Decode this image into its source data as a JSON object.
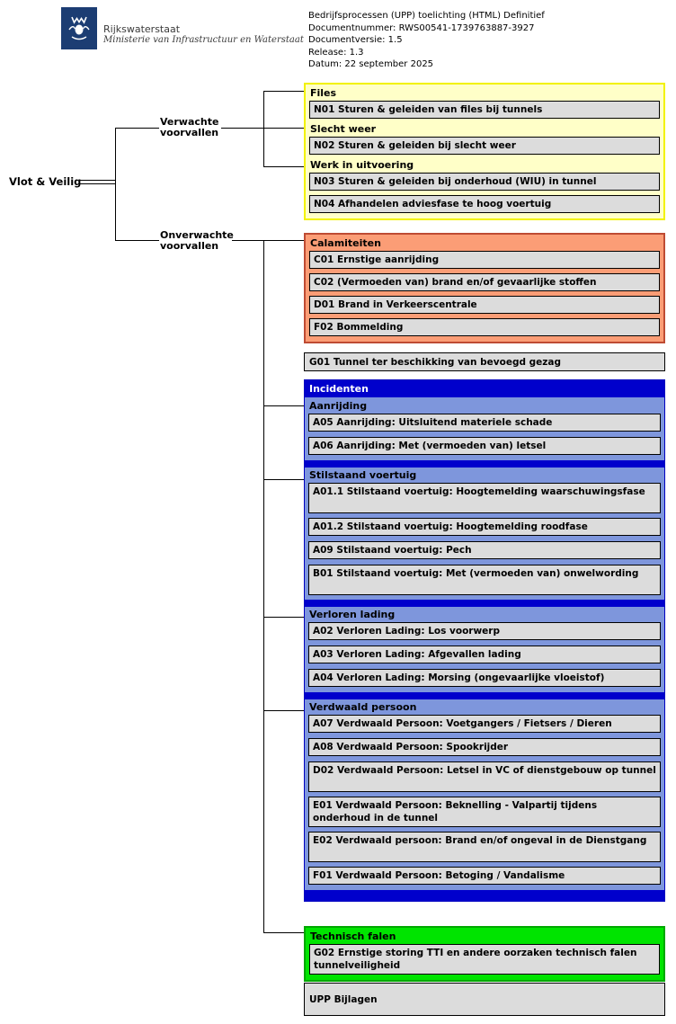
{
  "header": {
    "brand": "Rijkswaterstaat",
    "ministry": "Ministerie van Infrastructuur en Waterstaat",
    "doc": [
      "Bedrijfsprocessen (UPP) toelichting (HTML) Definitief",
      "Documentnummer: RWS00541-1739763887-3927",
      "Documentversie: 1.5",
      "Release: 1.3",
      "Datum: 22 september 2025"
    ]
  },
  "tree": {
    "root": "Vlot & Veilig",
    "expected": "Verwachte\nvoorvallen",
    "unexpected": "Onverwachte\nvoorvallen"
  },
  "verwacht": {
    "sections": [
      {
        "heading": "Files",
        "items": [
          "N01 Sturen & geleiden van files bij tunnels"
        ]
      },
      {
        "heading": "Slecht weer",
        "items": [
          "N02 Sturen & geleiden bij slecht weer"
        ]
      },
      {
        "heading": "Werk in uitvoering",
        "items": [
          "N03 Sturen & geleiden bij onderhoud (WIU) in tunnel",
          "N04 Afhandelen adviesfase te hoog voertuig"
        ]
      }
    ]
  },
  "calamiteiten": {
    "heading": "Calamiteiten",
    "items": [
      "C01 Ernstige aanrijding",
      "C02 (Vermoeden van) brand en/of gevaarlijke stoffen",
      "D01 Brand in Verkeerscentrale",
      "F02 Bommelding"
    ]
  },
  "g01": "G01 Tunnel ter beschikking van bevoegd gezag",
  "incidenten": {
    "title": "Incidenten",
    "sections": [
      {
        "heading": "Aanrijding",
        "items": [
          "A05 Aanrijding: Uitsluitend materiele schade",
          "A06 Aanrijding: Met (vermoeden van) letsel"
        ]
      },
      {
        "heading": "Stilstaand voertuig",
        "items": [
          "A01.1 Stilstaand voertuig: Hoogtemelding waarschuwingsfase",
          "A01.2 Stilstaand voertuig: Hoogtemelding roodfase",
          "A09 Stilstaand voertuig: Pech",
          "B01 Stilstaand voertuig: Met (vermoeden van) onwelwording"
        ]
      },
      {
        "heading": "Verloren lading",
        "items": [
          "A02 Verloren Lading: Los voorwerp",
          "A03 Verloren Lading: Afgevallen lading",
          "A04 Verloren Lading: Morsing (ongevaarlijke vloeistof)"
        ]
      },
      {
        "heading": "Verdwaald persoon",
        "items": [
          "A07 Verdwaald Persoon: Voetgangers / Fietsers / Dieren",
          "A08 Verdwaald Persoon: Spookrijder",
          "D02 Verdwaald Persoon: Letsel in VC of dienstgebouw op tunnel",
          "E01 Verdwaald Persoon: Beknelling - Valpartij tijdens onderhoud in de tunnel",
          "E02 Verdwaald persoon: Brand en/of ongeval in de Dienstgang",
          "F01 Verdwaald Persoon: Betoging / Vandalisme"
        ]
      }
    ]
  },
  "technisch": {
    "heading": "Technisch falen",
    "items": [
      "G02 Ernstige storing TTI en andere oorzaken technisch falen tunnelveiligheid"
    ]
  },
  "bijlagen": "UPP Bijlagen",
  "colors": {
    "logo_bg": "#1C3D73",
    "group_yellow_bg": "#FFFFC8",
    "group_yellow_border": "#F2F200",
    "group_salmon_bg": "#FB9D76",
    "group_salmon_border": "#BE4B33",
    "group_blue_bg": "#7E96DC",
    "group_blue_header": "#0000CC",
    "group_green_bg": "#00E400",
    "group_green_border": "#00A800",
    "item_bg": "#DCDCDC",
    "item_border": "#000000"
  }
}
